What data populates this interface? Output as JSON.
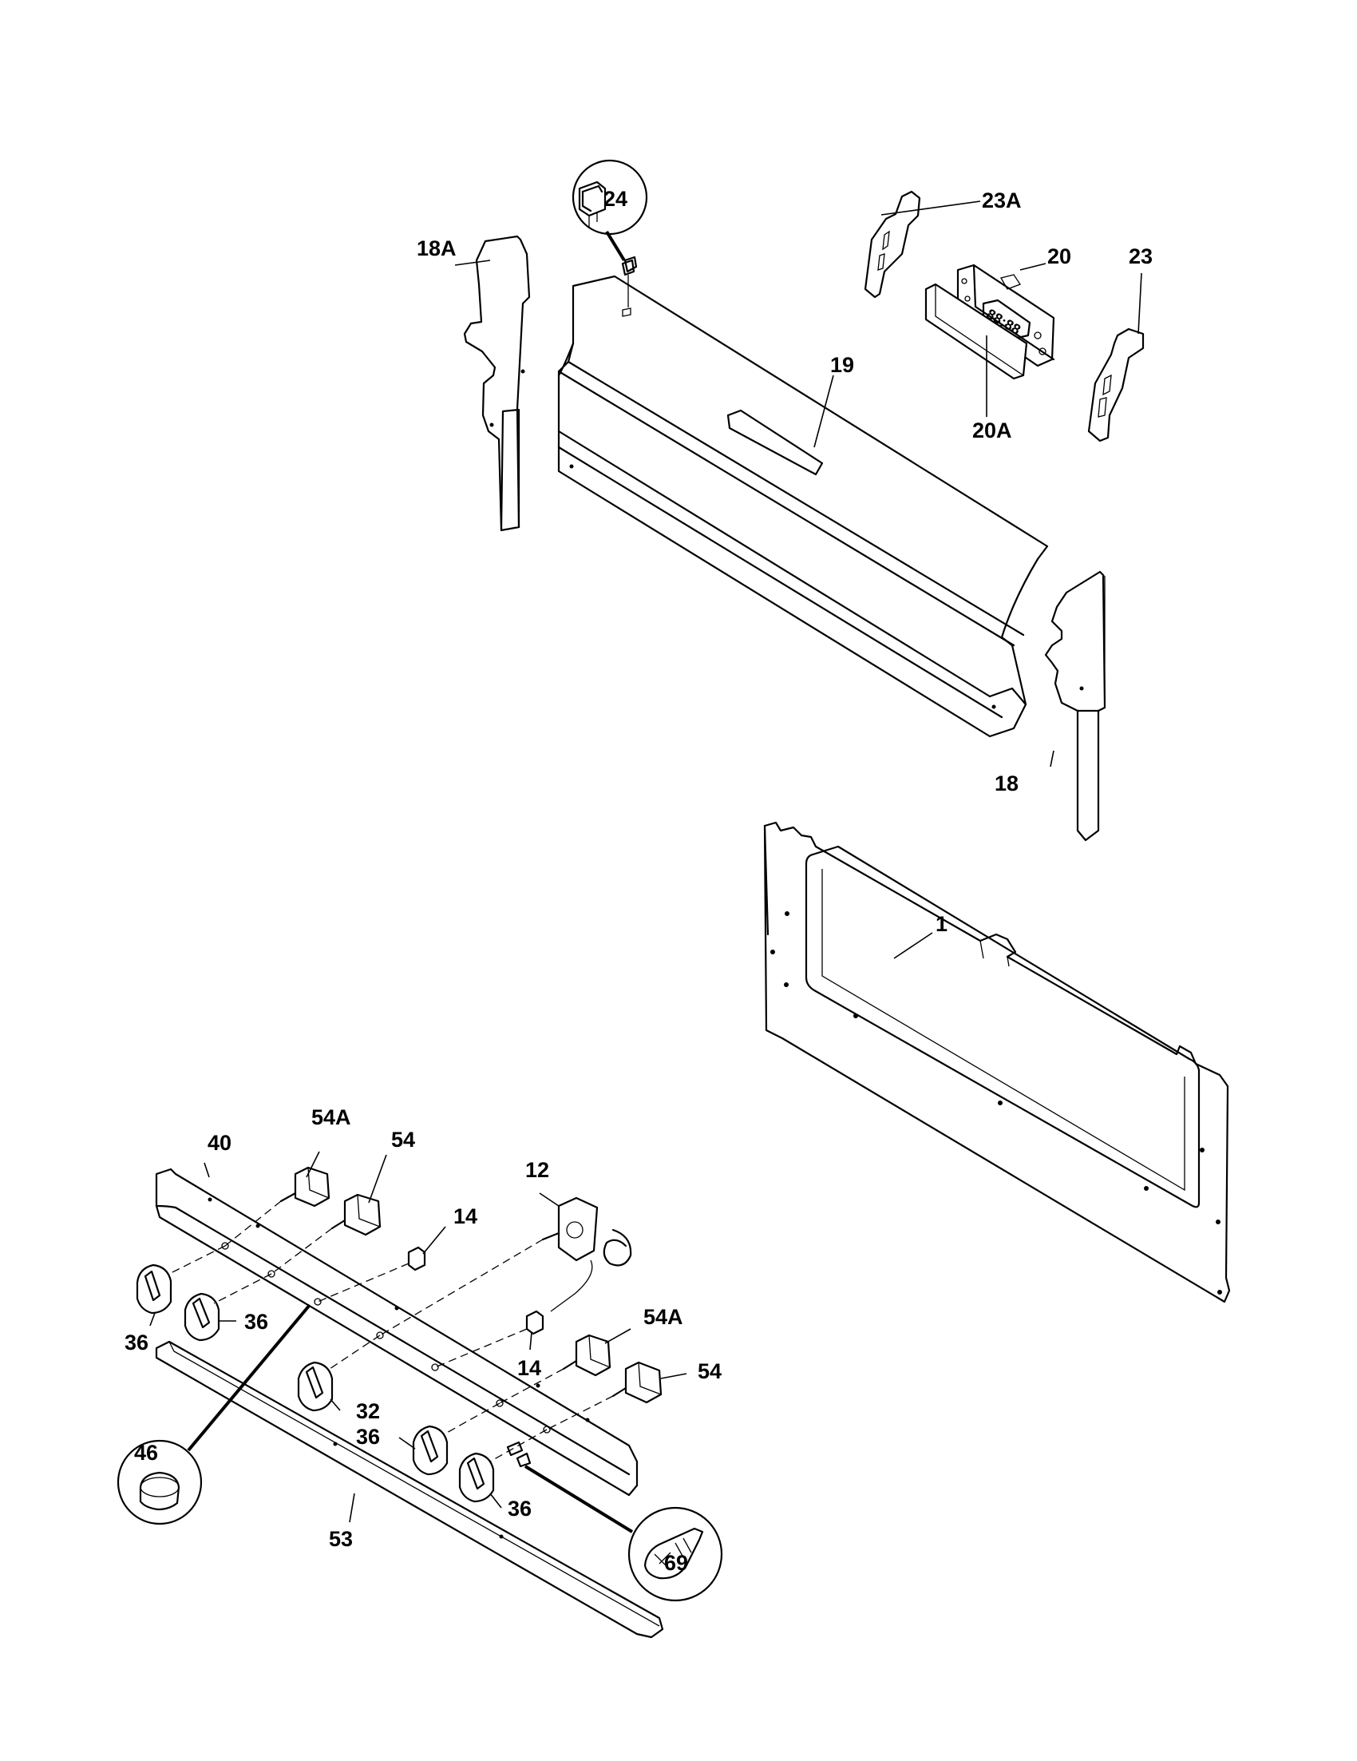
{
  "callouts": {
    "c1": "1",
    "c12": "12",
    "c14a": "14",
    "c14b": "14",
    "c18": "18",
    "c18a": "18A",
    "c19": "19",
    "c20": "20",
    "c20a": "20A",
    "c23": "23",
    "c23a": "23A",
    "c24": "24",
    "c32": "32",
    "c36a": "36",
    "c36b": "36",
    "c36c": "36",
    "c36d": "36",
    "c40": "40",
    "c46": "46",
    "c53": "53",
    "c54a": "54A",
    "c54b": "54",
    "c54c": "54A",
    "c54d": "54",
    "c69": "69"
  },
  "clock_display": "88:88"
}
